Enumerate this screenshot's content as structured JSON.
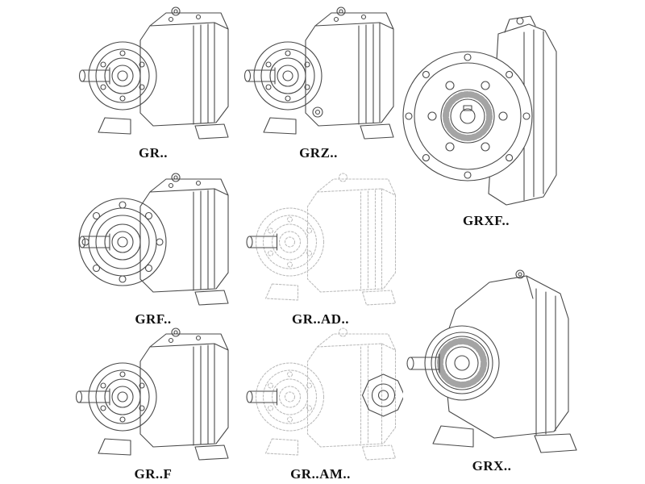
{
  "colors": {
    "bg": "#ffffff",
    "line": "#4a4a4a",
    "phantom": "#bdbdbd",
    "label": "#111111"
  },
  "figures": [
    {
      "id": "gr",
      "label": "GR.."
    },
    {
      "id": "grz",
      "label": "GRZ.."
    },
    {
      "id": "grxf",
      "label": "GRXF.."
    },
    {
      "id": "grf",
      "label": "GRF.."
    },
    {
      "id": "grad",
      "label": "GR..AD.."
    },
    {
      "id": "grx",
      "label": "GRX.."
    },
    {
      "id": "grff",
      "label": "GR..F"
    },
    {
      "id": "gram",
      "label": "GR..AM.."
    }
  ]
}
